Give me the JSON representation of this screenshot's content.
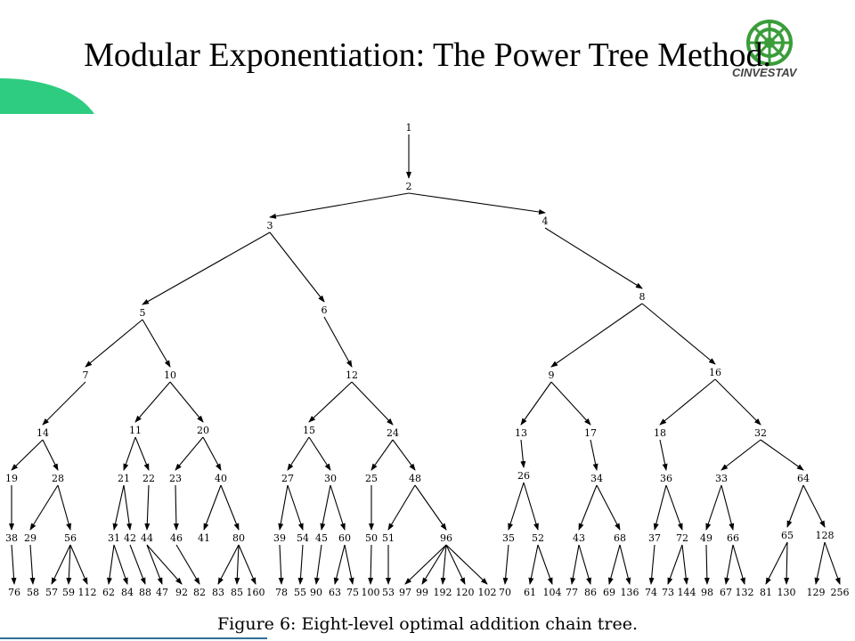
{
  "title": "Modular Exponentiation: The Power Tree Method.",
  "logo": {
    "text": "CINVESTAV",
    "icon": "cinvestav-logo-icon"
  },
  "caption": "Figure 6:  Eight-level optimal addition chain tree.",
  "colors": {
    "accent_shape": "#2ecc80",
    "logo_green": "#3a9d3a",
    "footer_bar": "#2f6f9a"
  },
  "tree": {
    "nodes": [
      "1",
      "2",
      "3",
      "4",
      "5",
      "6",
      "8",
      "7",
      "10",
      "12",
      "9",
      "16",
      "14",
      "11",
      "20",
      "15",
      "24",
      "13",
      "17",
      "18",
      "32",
      "19",
      "28",
      "21",
      "22",
      "23",
      "40",
      "27",
      "30",
      "25",
      "48",
      "26",
      "34",
      "36",
      "33",
      "64",
      "38",
      "29",
      "56",
      "31",
      "42",
      "44",
      "46",
      "41",
      "80",
      "39",
      "54",
      "45",
      "60",
      "50",
      "51",
      "96",
      "35",
      "52",
      "43",
      "68",
      "37",
      "72",
      "49",
      "66",
      "65",
      "128",
      "76",
      "58",
      "57",
      "59",
      "112",
      "62",
      "84",
      "88",
      "47",
      "92",
      "82",
      "83",
      "85",
      "160",
      "78",
      "55",
      "90",
      "63",
      "75",
      "100",
      "53",
      "97",
      "99",
      "192",
      "120",
      "102",
      "70",
      "61",
      "104",
      "77",
      "86",
      "69",
      "136",
      "74",
      "73",
      "144",
      "98",
      "67",
      "132",
      "81",
      "130",
      "129",
      "256"
    ],
    "edges": [
      [
        0,
        1
      ],
      [
        1,
        2
      ],
      [
        1,
        3
      ],
      [
        2,
        4
      ],
      [
        2,
        5
      ],
      [
        3,
        6
      ],
      [
        4,
        7
      ],
      [
        4,
        8
      ],
      [
        5,
        9
      ],
      [
        6,
        10
      ],
      [
        6,
        11
      ],
      [
        7,
        12
      ],
      [
        8,
        13
      ],
      [
        8,
        14
      ],
      [
        9,
        15
      ],
      [
        9,
        16
      ],
      [
        10,
        17
      ],
      [
        10,
        18
      ],
      [
        11,
        19
      ],
      [
        11,
        20
      ],
      [
        12,
        21
      ],
      [
        12,
        22
      ],
      [
        13,
        23
      ],
      [
        13,
        24
      ],
      [
        14,
        25
      ],
      [
        14,
        26
      ],
      [
        15,
        27
      ],
      [
        15,
        28
      ],
      [
        16,
        29
      ],
      [
        16,
        30
      ],
      [
        17,
        31
      ],
      [
        18,
        32
      ],
      [
        19,
        33
      ],
      [
        20,
        34
      ],
      [
        20,
        35
      ],
      [
        21,
        36
      ],
      [
        22,
        37
      ],
      [
        22,
        38
      ],
      [
        23,
        39
      ],
      [
        23,
        40
      ],
      [
        24,
        41
      ],
      [
        25,
        42
      ],
      [
        26,
        43
      ],
      [
        26,
        44
      ],
      [
        27,
        45
      ],
      [
        27,
        46
      ],
      [
        28,
        47
      ],
      [
        28,
        48
      ],
      [
        29,
        49
      ],
      [
        30,
        50
      ],
      [
        30,
        51
      ],
      [
        31,
        52
      ],
      [
        31,
        53
      ],
      [
        32,
        54
      ],
      [
        32,
        55
      ],
      [
        33,
        56
      ],
      [
        33,
        57
      ],
      [
        34,
        58
      ],
      [
        34,
        59
      ],
      [
        35,
        60
      ],
      [
        35,
        61
      ],
      [
        36,
        62
      ],
      [
        37,
        63
      ],
      [
        38,
        64
      ],
      [
        38,
        65
      ],
      [
        38,
        66
      ],
      [
        39,
        67
      ],
      [
        39,
        68
      ],
      [
        40,
        69
      ],
      [
        41,
        70
      ],
      [
        41,
        71
      ],
      [
        42,
        72
      ],
      [
        44,
        73
      ],
      [
        44,
        74
      ],
      [
        44,
        75
      ],
      [
        45,
        76
      ],
      [
        46,
        77
      ],
      [
        47,
        78
      ],
      [
        48,
        79
      ],
      [
        48,
        80
      ],
      [
        49,
        81
      ],
      [
        50,
        82
      ],
      [
        51,
        83
      ],
      [
        51,
        84
      ],
      [
        51,
        85
      ],
      [
        51,
        86
      ],
      [
        51,
        87
      ],
      [
        52,
        88
      ],
      [
        53,
        89
      ],
      [
        53,
        90
      ],
      [
        54,
        91
      ],
      [
        54,
        92
      ],
      [
        55,
        93
      ],
      [
        55,
        94
      ],
      [
        56,
        95
      ],
      [
        57,
        96
      ],
      [
        57,
        97
      ],
      [
        58,
        98
      ],
      [
        59,
        99
      ],
      [
        59,
        100
      ],
      [
        60,
        101
      ],
      [
        60,
        102
      ],
      [
        61,
        103
      ],
      [
        61,
        104
      ]
    ]
  }
}
